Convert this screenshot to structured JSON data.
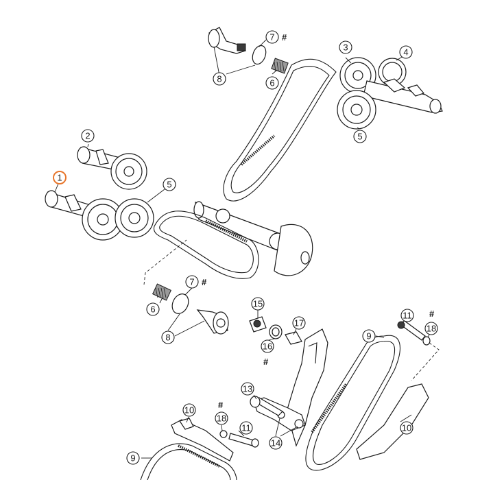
{
  "callouts": {
    "c1": "1",
    "c2": "2",
    "c3": "3",
    "c4": "4",
    "c5a": "5",
    "c5b": "5",
    "c6a": "6",
    "c6b": "6",
    "c7a": "7",
    "c7b": "7",
    "c8a": "8",
    "c8b": "8",
    "c9a": "9",
    "c9b": "9",
    "c10a": "10",
    "c10b": "10",
    "c11a": "11",
    "c11b": "11",
    "c13": "13",
    "c14": "14",
    "c15": "15",
    "c16": "16",
    "c17": "17",
    "c18a": "18",
    "c18b": "18"
  },
  "marks": {
    "hash1": "#",
    "hash2": "#",
    "hash3": "#",
    "hash4": "#",
    "hash5": "#"
  },
  "colors": {
    "highlight": "#e8762c",
    "ink": "#1a1a1a",
    "shade": "#9a9a9a"
  }
}
